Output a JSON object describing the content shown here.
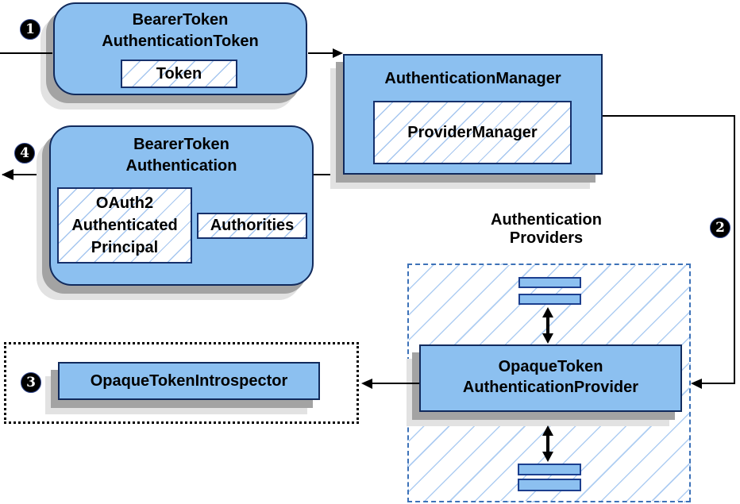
{
  "diagram": {
    "badges": {
      "step1": "1",
      "step2": "2",
      "step3": "3",
      "step4": "4"
    },
    "nodes": {
      "bearer_token_authentication_token": {
        "title": "BearerToken\nAuthenticationToken",
        "token": "Token"
      },
      "authentication_manager": {
        "title": "AuthenticationManager",
        "provider_manager": "ProviderManager"
      },
      "bearer_token_authentication": {
        "title": "BearerToken\nAuthentication",
        "principal": "OAuth2\nAuthenticated\nPrincipal",
        "authorities": "Authorities"
      },
      "authentication_providers": {
        "label": "Authentication\nProviders"
      },
      "opaque_token_authentication_provider": {
        "title": "OpaqueToken\nAuthenticationProvider"
      },
      "opaque_token_introspector": {
        "title": "OpaqueTokenIntrospector"
      }
    },
    "colors": {
      "node_fill": "#8cc0f0",
      "node_border": "#112a5c",
      "inner_box_border": "#16306b",
      "hatch_line": "#a5c6ef",
      "bar_border": "#1c3f8f",
      "dashed_border": "#3d72b8",
      "shadow_dark": "#a3a3a3",
      "shadow_light": "#e2e2e2",
      "arrow": "#000000",
      "badge_bg": "#000000",
      "badge_text": "#ffffff"
    }
  }
}
